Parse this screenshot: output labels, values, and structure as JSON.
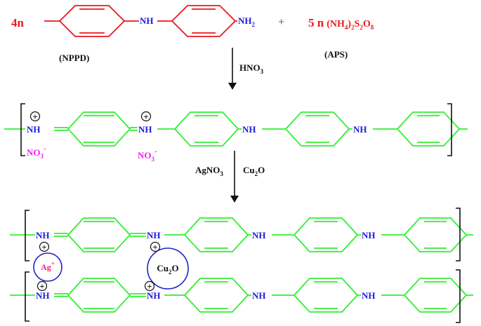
{
  "reactants": {
    "coefficient_monomer": "4n",
    "monomer_nh": "NH",
    "monomer_nh2": "NH",
    "monomer_nh2_sub": "2",
    "monomer_label": "(NPPD)",
    "plus": "+",
    "coefficient_oxidant": "5 n",
    "oxidant_p1": "(NH",
    "oxidant_s1": "4",
    "oxidant_p2": ")",
    "oxidant_s2": "2",
    "oxidant_p3": "S",
    "oxidant_s3": "2",
    "oxidant_p4": "O",
    "oxidant_s4": "8",
    "oxidant_label": "(APS)"
  },
  "step1": {
    "reagent": "HNO",
    "reagent_sub": "3"
  },
  "polymer": {
    "nh": "NH",
    "cation": "+",
    "counterion": "NO",
    "counterion_sub": "3",
    "counterion_sup": "-"
  },
  "step2": {
    "reagent1": "AgNO",
    "reagent1_sub": "3",
    "reagent2": "Cu",
    "reagent2_sub": "2",
    "reagent2_tail": "O"
  },
  "composite": {
    "ag": "Ag",
    "ag_sup": "+",
    "cu2o_a": "Cu",
    "cu2o_sub": "2",
    "cu2o_b": "O"
  },
  "colors": {
    "monomer": "#e8191e",
    "polymer": "#33ee33",
    "nitrogen": "#1c1cdc",
    "counterion": "#ee22ee",
    "ion": "#ee1c8c",
    "circle": "#2222cc",
    "black": "#111111",
    "plus": "#777777"
  }
}
